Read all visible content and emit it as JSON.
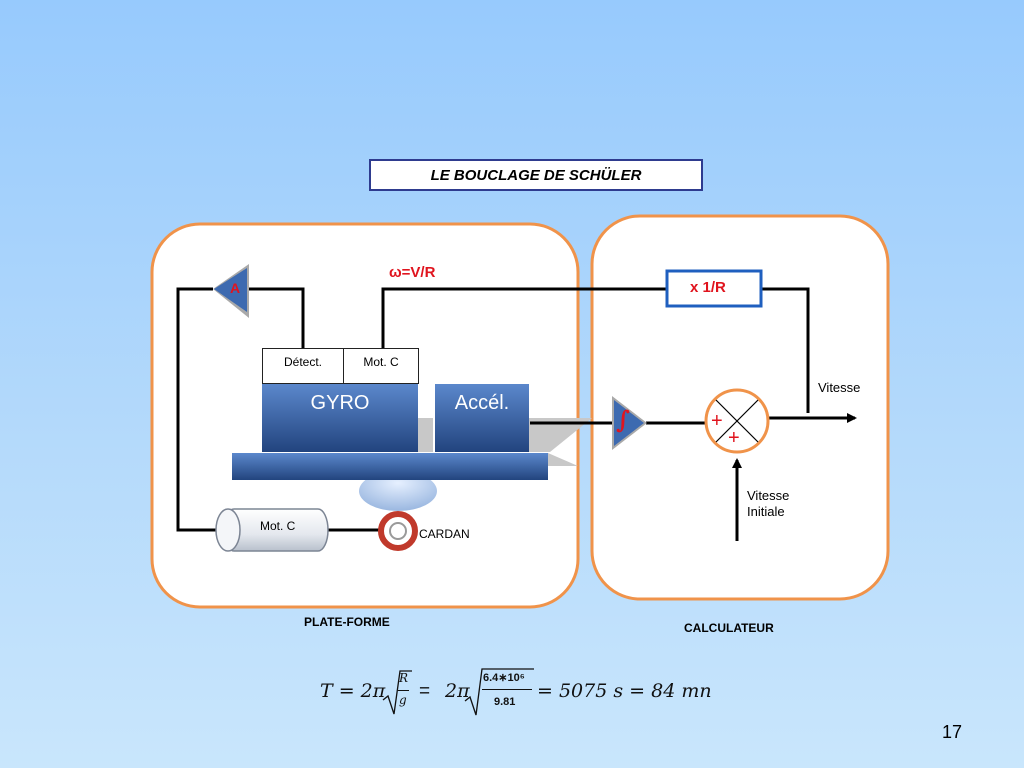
{
  "title": "LE BOUCLAGE DE SCHÜLER",
  "labels": {
    "omega": "ω=V/R",
    "amplifier": "A",
    "inverse_radius": "x 1/R",
    "detector": "Détect.",
    "motor_top": "Mot. C",
    "gyro": "GYRO",
    "accel": "Accél.",
    "motor_bottom": "Mot. C",
    "cardan": "CARDAN",
    "vitesse": "Vitesse",
    "vitesse_initiale": "Vitesse\nInitiale",
    "plus_1": "+",
    "plus_2": "+",
    "plate_forme": "PLATE-FORME",
    "calculateur": "CALCULATEUR",
    "integrator_symbol": "∫"
  },
  "formula": {
    "lhs": "T = 2π",
    "sqrt_num": "R",
    "sqrt_den": "g",
    "equals": "=",
    "mid": "2π",
    "sqrt2_num": "6.4∗10⁶",
    "sqrt2_den": "9.81",
    "rhs": "= 5075 s = 84 mn"
  },
  "page_number": "17",
  "colors": {
    "panel_border": "#f0934a",
    "line": "#000000",
    "title_border": "#2e3b8f",
    "block_blue": "#3d6ab0",
    "accent_red": "#e0141e"
  }
}
